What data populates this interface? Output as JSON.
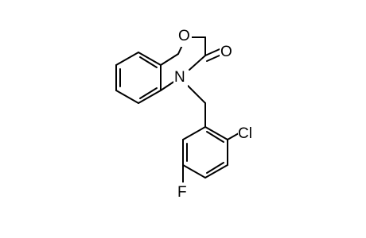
{
  "molecule": {
    "atoms": {
      "oxygen_ring": "O",
      "oxygen_carbonyl": "O",
      "nitrogen": "N",
      "chlorine": "Cl",
      "fluorine": "F"
    }
  },
  "colors": {
    "bond": "#000000",
    "background": "#ffffff"
  }
}
